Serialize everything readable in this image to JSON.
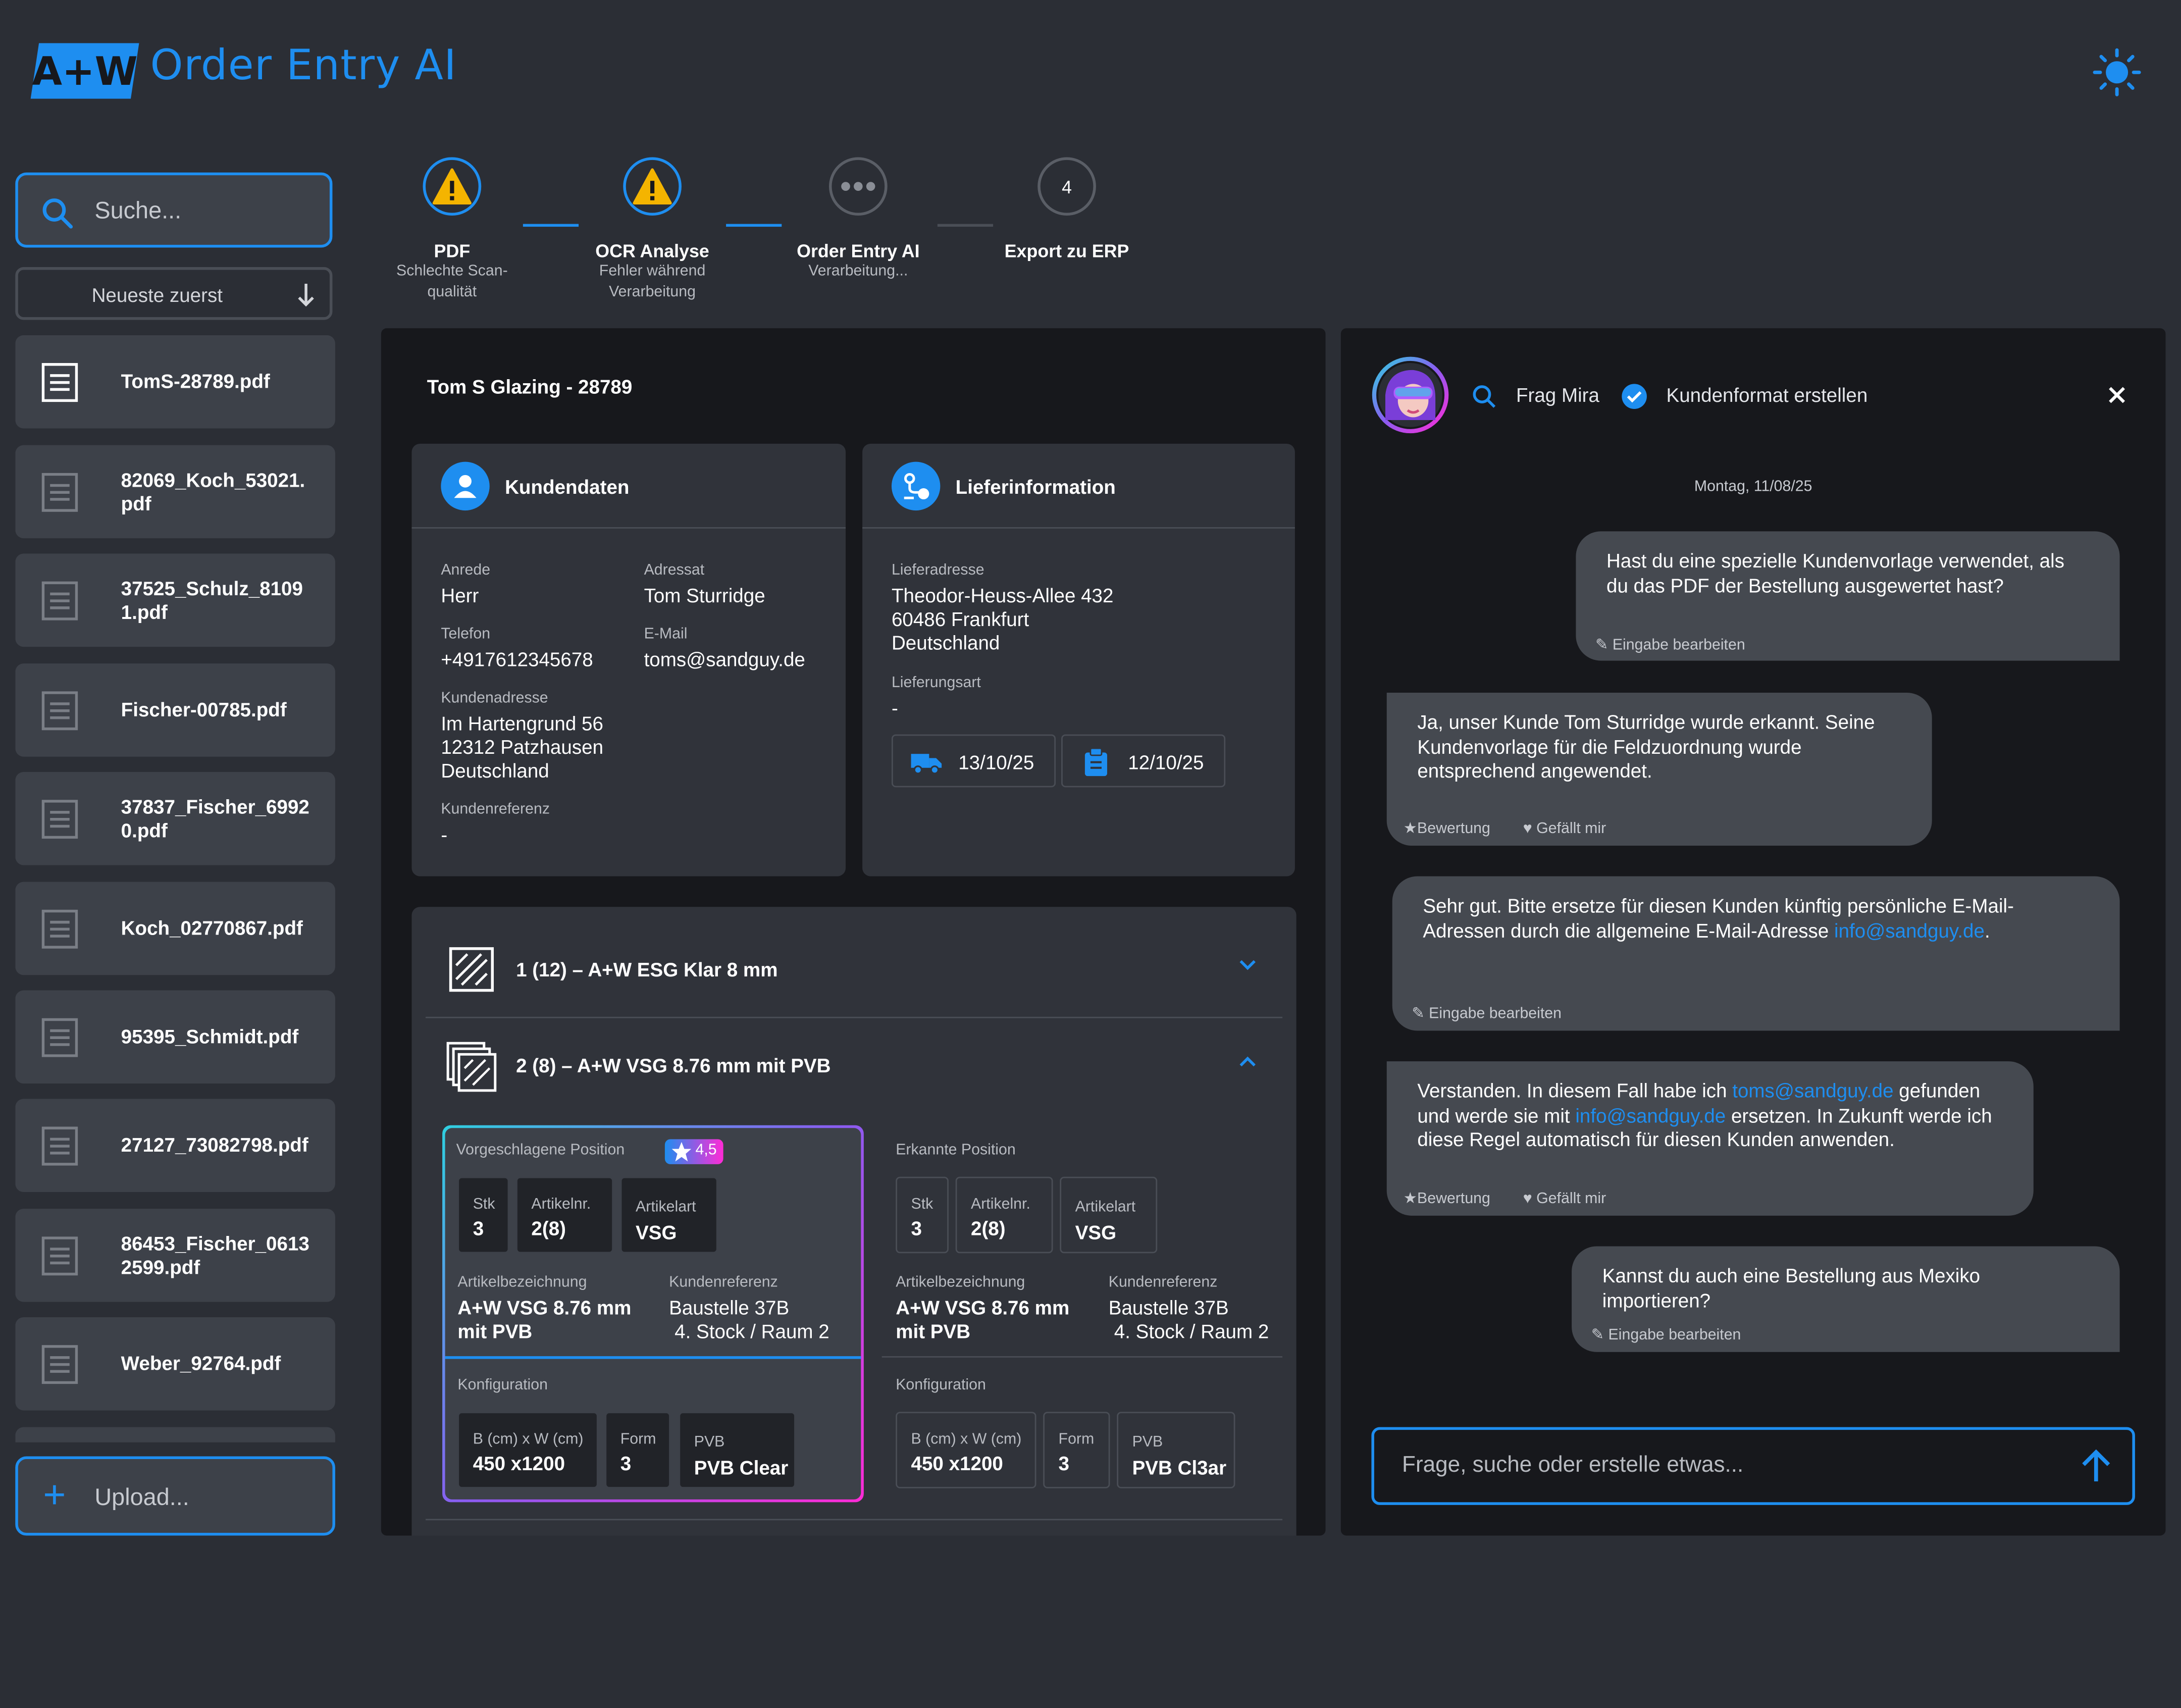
{
  "app": {
    "logo_text": "A+W",
    "title": "Order Entry AI",
    "theme_toggle_icon": "sun-icon",
    "accent": "#1e8ef0"
  },
  "sidebar": {
    "search_placeholder": "Suche...",
    "sort_label": "Neueste zuerst",
    "upload_label": "Upload...",
    "files": [
      "TomS-28789.pdf",
      "82069_Koch_53021.pdf",
      "37525_Schulz_81091.pdf",
      "Fischer-00785.pdf",
      "37837_Fischer_69920.pdf",
      "Koch_02770867.pdf",
      "95395_Schmidt.pdf",
      "27127_73082798.pdf",
      "86453_Fischer_06132599.pdf",
      "Weber_92764.pdf"
    ]
  },
  "steps": [
    {
      "title": "PDF",
      "subtitle": "Schlechte Scan-qualität",
      "status": "warning"
    },
    {
      "title": "OCR Analyse",
      "subtitle": "Fehler während Verarbeitung",
      "status": "warning"
    },
    {
      "title": "Order Entry AI",
      "subtitle": "Verarbeitung...",
      "status": "processing"
    },
    {
      "title": "Export zu ERP",
      "subtitle": "",
      "status": "pending",
      "number": "4"
    }
  ],
  "order": {
    "title": "Tom S Glazing - 28789",
    "customer": {
      "heading": "Kundendaten",
      "anrede_label": "Anrede",
      "anrede": "Herr",
      "adressat_label": "Adressat",
      "adressat": "Tom Sturridge",
      "telefon_label": "Telefon",
      "telefon": "+4917612345678",
      "email_label": "E-Mail",
      "email": "toms@sandguy.de",
      "adresse_label": "Kundenadresse",
      "adresse_l1": "Im Hartengrund 56",
      "adresse_l2": "12312 Patzhausen",
      "adresse_l3": "Deutschland",
      "referenz_label": "Kundenreferenz",
      "referenz": "-"
    },
    "delivery": {
      "heading": "Lieferinformation",
      "adresse_label": "Lieferadresse",
      "adresse_l1": "Theodor-Heuss-Allee 432",
      "adresse_l2": "60486 Frankfurt",
      "adresse_l3": "Deutschland",
      "art_label": "Lieferungsart",
      "art": "-",
      "delivery_date": "13/10/25",
      "order_date": "12/10/25"
    },
    "positions": [
      {
        "title": "1 (12) – A+W ESG Klar 8 mm",
        "expanded": false
      },
      {
        "title": "2 (8) – A+W VSG 8.76 mm mit PVB",
        "expanded": true
      }
    ],
    "suggested": {
      "label": "Vorgeschlagene Position",
      "rating": "4,5",
      "stk_label": "Stk",
      "stk": "3",
      "artnr_label": "Artikelnr.",
      "artnr": "2(8)",
      "artart_label": "Artikelart",
      "artart": "VSG",
      "bez_label": "Artikelbezeichnung",
      "bez_l1": "A+W VSG 8.76 mm",
      "bez_l2": "mit PVB",
      "ref_label": "Kundenreferenz",
      "ref_l1": "Baustelle 37B",
      "ref_l2": "4. Stock / Raum 2",
      "konf_label": "Konfiguration",
      "bw_label": "B (cm) x W (cm)",
      "bw": "450 x1200",
      "form_label": "Form",
      "form": "3",
      "pvb_label": "PVB",
      "pvb": "PVB Clear"
    },
    "recognized": {
      "label": "Erkannte Position",
      "stk_label": "Stk",
      "stk": "3",
      "artnr_label": "Artikelnr.",
      "artnr": "2(8)",
      "artart_label": "Artikelart",
      "artart": "VSG",
      "bez_label": "Artikelbezeichnung",
      "bez_l1": "A+W VSG 8.76 mm",
      "bez_l2": "mit PVB",
      "ref_label": "Kundenreferenz",
      "ref_l1": "Baustelle 37B",
      "ref_l2": "4. Stock / Raum 2",
      "konf_label": "Konfiguration",
      "bw_label": "B (cm) x W (cm)",
      "bw": "450 x1200",
      "form_label": "Form",
      "form": "3",
      "pvb_label": "PVB",
      "pvb": "PVB Cl3ar"
    }
  },
  "chat": {
    "ask_label": "Frag Mira",
    "action_label": "Kundenformat erstellen",
    "date": "Montag, 11/08/25",
    "edit_label": "Eingabe bearbeiten",
    "rate_label": "Bewertung",
    "like_label": "Gefällt mir",
    "m1": "Hast du eine spezielle Kundenvorlage verwendet, als du das PDF der Bestellung ausgewertet hast?",
    "m2": "Ja, unser Kunde Tom Sturridge wurde erkannt. Seine Kundenvorlage für die Feldzuordnung wurde entsprechend angewendet.",
    "m3_a": "Sehr gut. Bitte ersetze für diesen Kunden künftig persönliche E-Mail-Adressen durch die allgemeine E-Mail-Adresse ",
    "m3_link": "info@sandguy.de",
    "m3_b": ".",
    "m4_a": "Verstanden. In diesem Fall habe ich ",
    "m4_link1": "toms@sandguy.de",
    "m4_b": " gefunden und werde sie mit ",
    "m4_link2": "info@sandguy.de",
    "m4_c": " ersetzen. In Zukunft werde ich diese Regel automatisch für diesen Kunden anwenden.",
    "m5": "Kannst du auch eine Bestellung aus Mexiko importieren?",
    "input_placeholder": "Frage, suche oder erstelle etwas..."
  }
}
